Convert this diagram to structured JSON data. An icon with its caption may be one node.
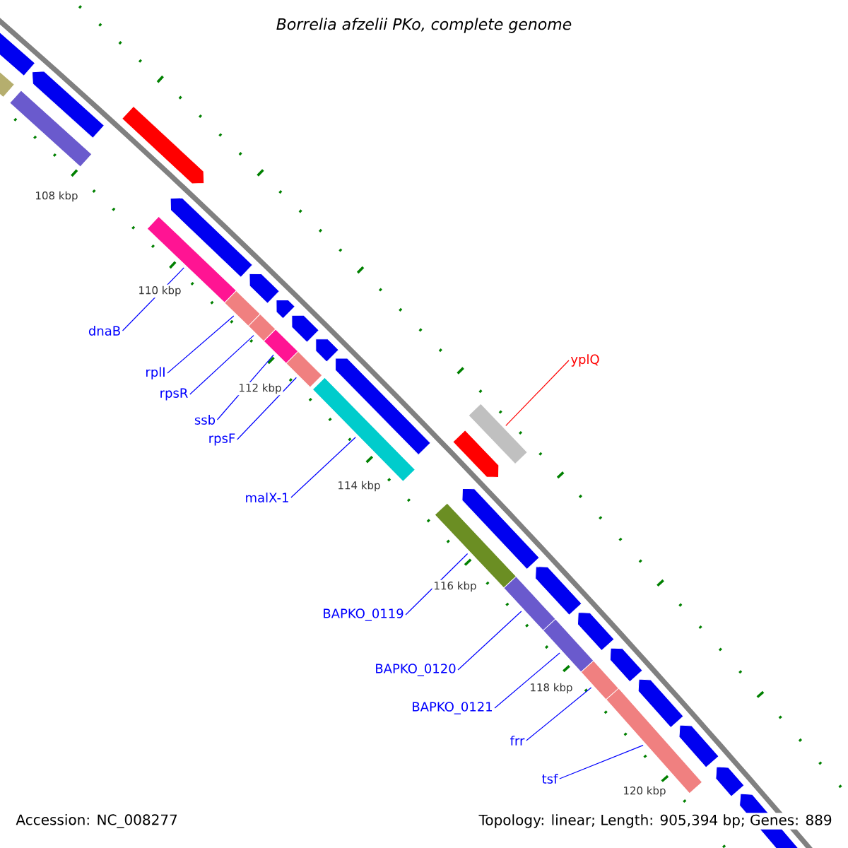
{
  "diagram": {
    "title": "Borrelia afzelii PKo, complete genome",
    "nodes": [
      {
        "text": [],
        "shape": "arrow"
      },
      {
        "text": [],
        "shape": "arrow"
      },
      {
        "text": [],
        "shape": "arrow"
      },
      {
        "text": [],
        "shape": "arrow"
      },
      {
        "text": [],
        "shape": "arrow"
      },
      {
        "text": [],
        "shape": "arrow"
      },
      {
        "text": [],
        "shape": "arrow"
      },
      {
        "text": [],
        "shape": "arrow"
      },
      {
        "text": [],
        "shape": "arrow"
      },
      {
        "text": [],
        "shape": "arrow"
      },
      {
        "text": [],
        "shape": "arrow"
      },
      {
        "text": [],
        "shape": "arrow"
      },
      {
        "text": [],
        "shape": "arrow"
      },
      {
        "text": [],
        "shape": "arrow"
      },
      {
        "text": [],
        "shape": "arrow"
      },
      {
        "text": [],
        "shape": "arrow"
      },
      {
        "text": [],
        "shape": "bar"
      },
      {
        "text": [],
        "shape": "bar"
      },
      {
        "text": [],
        "shape": "bar"
      },
      {
        "text": [],
        "shape": "bar"
      },
      {
        "text": [],
        "shape": "bar"
      },
      {
        "text": [],
        "shape": "bar"
      },
      {
        "text": [],
        "shape": "bar"
      },
      {
        "text": [],
        "shape": "bar"
      },
      {
        "text": [],
        "shape": "bar"
      },
      {
        "text": [],
        "shape": "bar"
      },
      {
        "text": [],
        "shape": "bar"
      },
      {
        "text": [],
        "shape": "bar"
      },
      {
        "text": [],
        "shape": "bar"
      },
      {
        "text": [],
        "shape": "arrow"
      },
      {
        "text": [],
        "shape": "arrow"
      },
      {
        "text": [],
        "shape": "bar"
      },
      {
        "text": [
          "dnaB"
        ]
      },
      {
        "text": [
          "yplQ"
        ]
      },
      {
        "text": [
          "rplI"
        ]
      },
      {
        "text": [
          "rpsR"
        ]
      },
      {
        "text": [
          "ssb"
        ]
      },
      {
        "text": [
          "rpsF"
        ]
      },
      {
        "text": [
          "malX-1"
        ]
      },
      {
        "text": [
          "BAPKO_0119"
        ]
      },
      {
        "text": [
          "BAPKO_0120"
        ]
      },
      {
        "text": [
          "BAPKO_0121"
        ]
      },
      {
        "text": [
          "frr"
        ]
      },
      {
        "text": [
          "tsf"
        ]
      }
    ],
    "edges": [
      {
        "from": 32,
        "to": 18,
        "arrow": "none"
      },
      {
        "from": 33,
        "to": 31,
        "arrow": "none",
        "color": "#ff0000"
      },
      {
        "from": 34,
        "to": 19,
        "arrow": "none"
      },
      {
        "from": 35,
        "to": 20,
        "arrow": "none"
      },
      {
        "from": 36,
        "to": 21,
        "arrow": "none"
      },
      {
        "from": 37,
        "to": 22,
        "arrow": "none"
      },
      {
        "from": 38,
        "to": 23,
        "arrow": "none"
      },
      {
        "from": 39,
        "to": 24,
        "arrow": "none"
      },
      {
        "from": 40,
        "to": 25,
        "arrow": "none"
      },
      {
        "from": 41,
        "to": 26,
        "arrow": "none"
      },
      {
        "from": 42,
        "to": 27,
        "arrow": "none"
      },
      {
        "from": 43,
        "to": 28,
        "arrow": "none"
      }
    ],
    "labels": [
      "108 kbp",
      "110 kbp",
      "112 kbp",
      "114 kbp",
      "116 kbp",
      "118 kbp",
      "120 kbp",
      "Accession: NC_008277",
      "Topology: linear; Length: 905,394 bp; Genes: 889"
    ]
  }
}
